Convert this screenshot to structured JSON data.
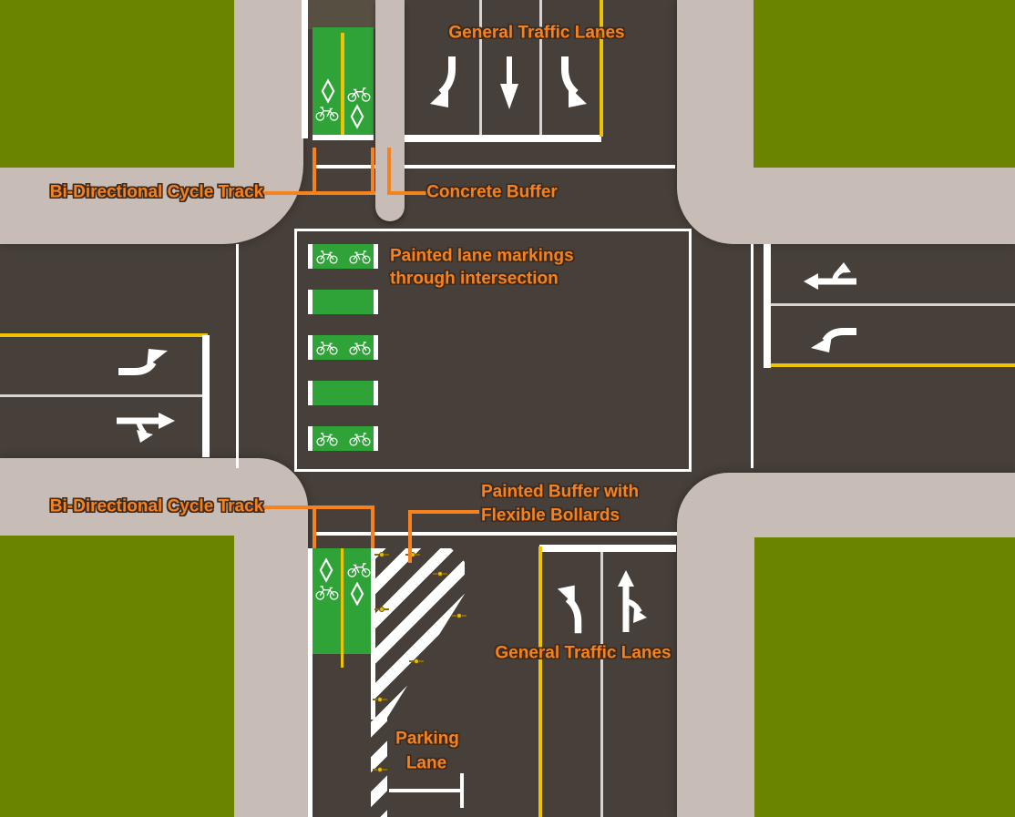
{
  "diagram": {
    "type": "street-intersection-design",
    "labels": {
      "general_traffic_lanes": "General Traffic Lanes",
      "bidirectional_cycle_track": "Bi-Directional Cycle Track",
      "concrete_buffer": "Concrete Buffer",
      "painted_lane_markings_line1": "Painted lane markings",
      "painted_lane_markings_line2": "through intersection",
      "painted_buffer_line1": "Painted Buffer with",
      "painted_buffer_line2": "Flexible Bollards",
      "parking_line1": "Parking",
      "parking_line2": "Lane"
    },
    "colors": {
      "road": "#473f39",
      "sidewalk": "#c7bdb6",
      "grass": "#6a8400",
      "bike_lane_green": "#30a338",
      "lane_yellow": "#eec303",
      "marking_white": "#ffffff",
      "label_orange": "#f5821f",
      "label_outline": "#3d2b1e",
      "bollard_yellow": "#e8bb13"
    },
    "icons": {
      "bicycle": "bicycle-symbol",
      "bicycle_mirrored": "bicycle-symbol-mirrored",
      "diamond": "diamond-lane-marking",
      "bollard": "flexible-bollard-marker",
      "arrows": [
        "left-turn-arrow",
        "straight-arrow",
        "right-turn-arrow",
        "straight-or-left-arrow",
        "straight-or-right-arrow"
      ]
    }
  }
}
